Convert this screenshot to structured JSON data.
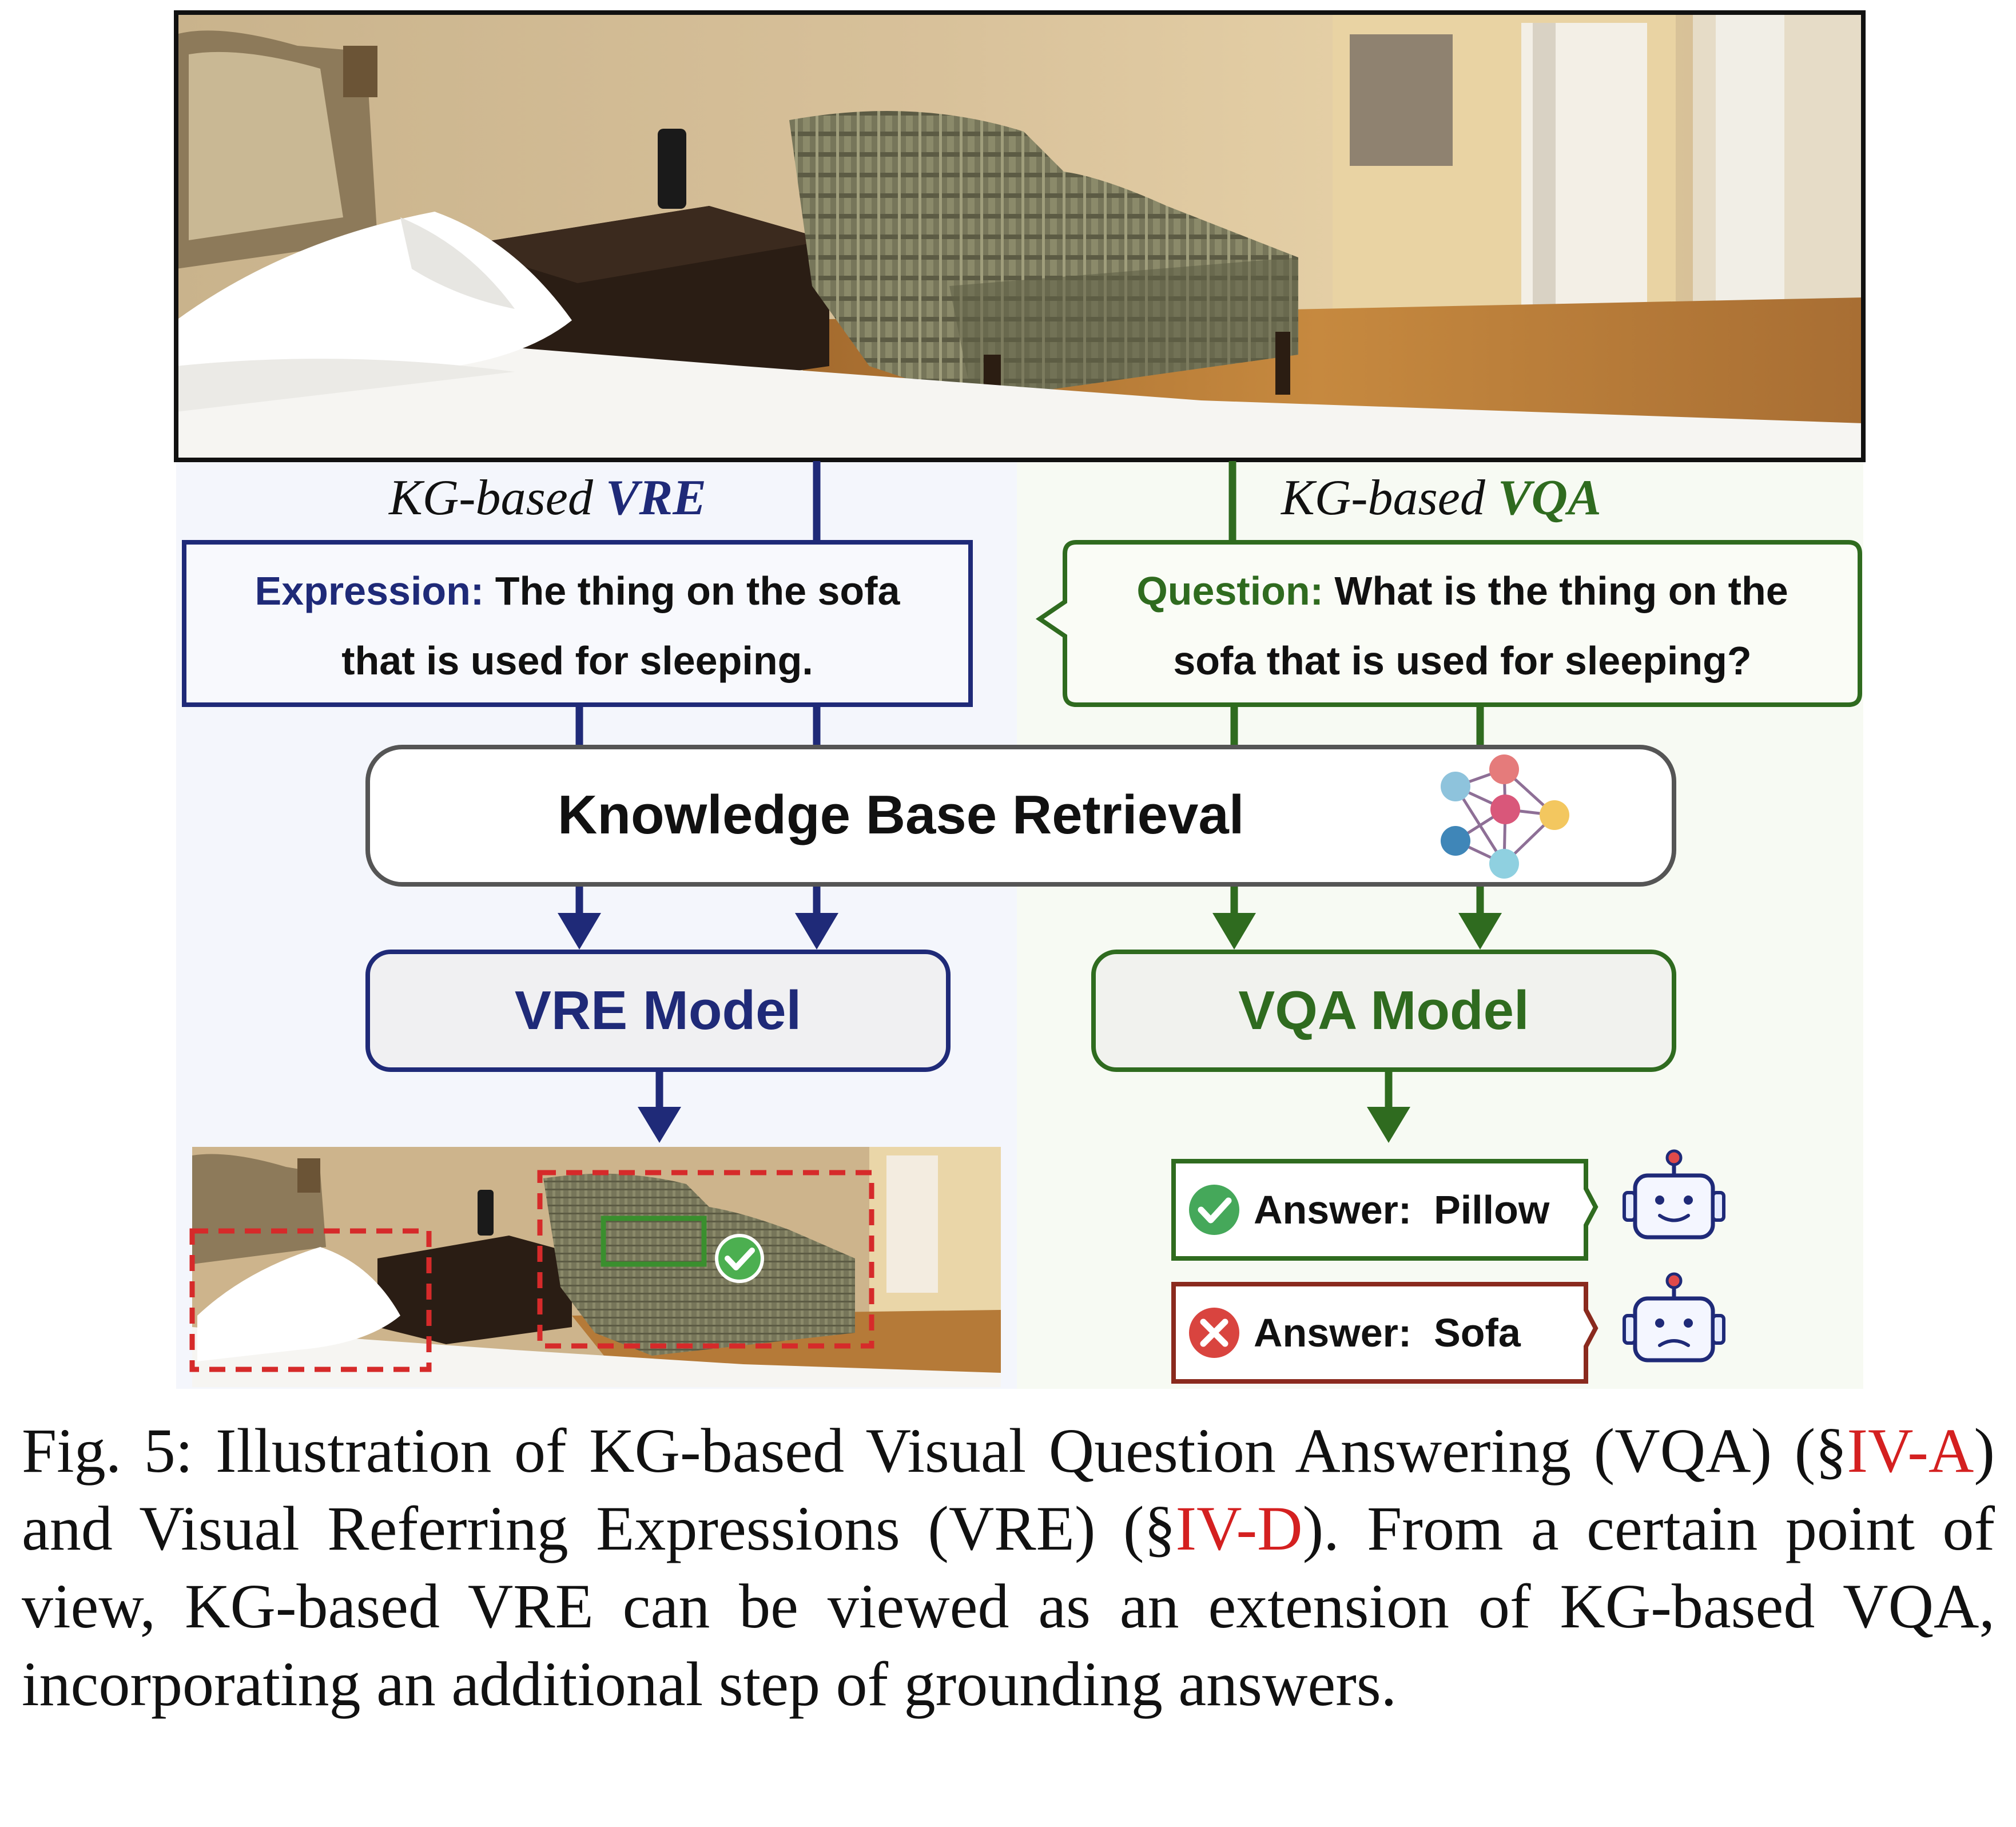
{
  "vre": {
    "title_prefix": "KG-based ",
    "title_emph": "VRE",
    "expression_label": "Expression:",
    "expression_line1": " The thing on the sofa",
    "expression_line2": "that is used for sleeping.",
    "model_label": "VRE Model",
    "color": "#1f2a78"
  },
  "vqa": {
    "title_prefix": "KG-based ",
    "title_emph": "VQA",
    "question_label": "Question:",
    "question_line1": " What is the thing on the",
    "question_line2": "sofa that is used for sleeping?",
    "model_label": "VQA Model",
    "color": "#2f6b1f"
  },
  "retrieval": {
    "label": "Knowledge Base Retrieval"
  },
  "answers": [
    {
      "status": "correct",
      "label": "Answer:",
      "value": "Pillow",
      "icon": "check-circle-icon",
      "robot": "happy-robot-icon"
    },
    {
      "status": "wrong",
      "label": "Answer:",
      "value": "Sofa",
      "icon": "x-circle-icon",
      "robot": "sad-robot-icon"
    }
  ],
  "caption": {
    "part1": "Fig. 5: Illustration of KG-based Visual Question Answering (VQA) (§",
    "ref1": "IV-A",
    "part2": ") and Visual Referring Expressions (VRE) (§",
    "ref2": "IV-D",
    "part3": "). From a certain point of view, KG-based VRE can be viewed as an extension of KG-based VQA, incorporating an additional step of grounding answers."
  }
}
